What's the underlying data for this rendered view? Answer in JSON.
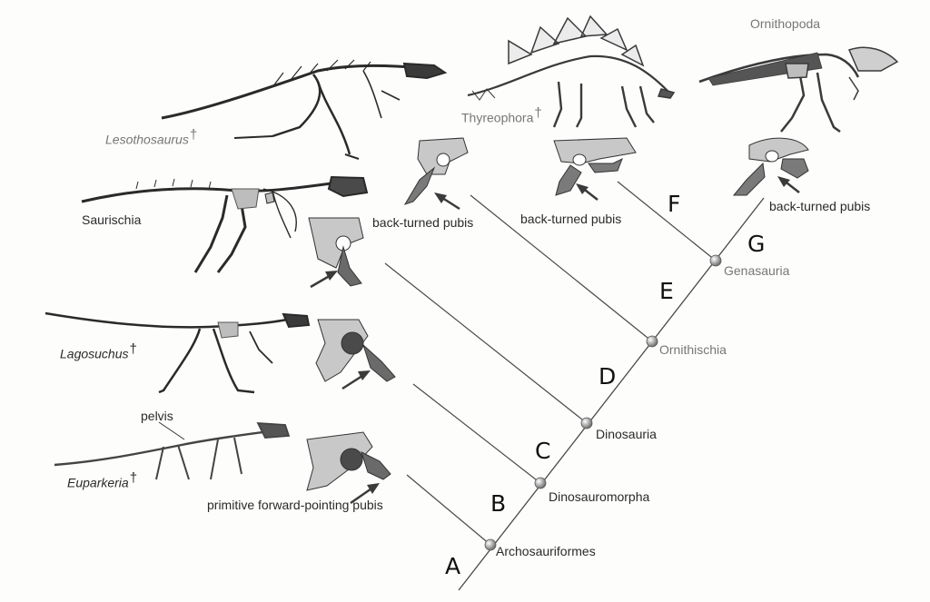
{
  "taxa": {
    "lesothosaurus": "Lesothosaurus",
    "saurischia": "Saurischia",
    "lagosuchus": "Lagosuchus",
    "euparkeria": "Euparkeria",
    "thyreophora": "Thyreophora",
    "ornithopoda": "Ornithopoda"
  },
  "dagger": "†",
  "nodes": {
    "archosauriformes": "Archosauriformes",
    "dinosauromorpha": "Dinosauromorpha",
    "dinosauria": "Dinosauria",
    "ornithischia": "Ornithischia",
    "genasauria": "Genasauria"
  },
  "letters": {
    "A": "A",
    "B": "B",
    "C": "C",
    "D": "D",
    "E": "E",
    "F": "F",
    "G": "G"
  },
  "pubis_labels": {
    "primitive": "primitive  forward-pointing  pubis",
    "back1": "back-turned pubis",
    "back2": "back-turned pubis",
    "back3": "back-turned pubis"
  },
  "pelvis": "pelvis",
  "colors": {
    "line": "#444444",
    "ilium": "#bdbdbd",
    "pubis": "#7a7a7a",
    "acetabulum": "#555555",
    "node": "#8a8a8a"
  }
}
